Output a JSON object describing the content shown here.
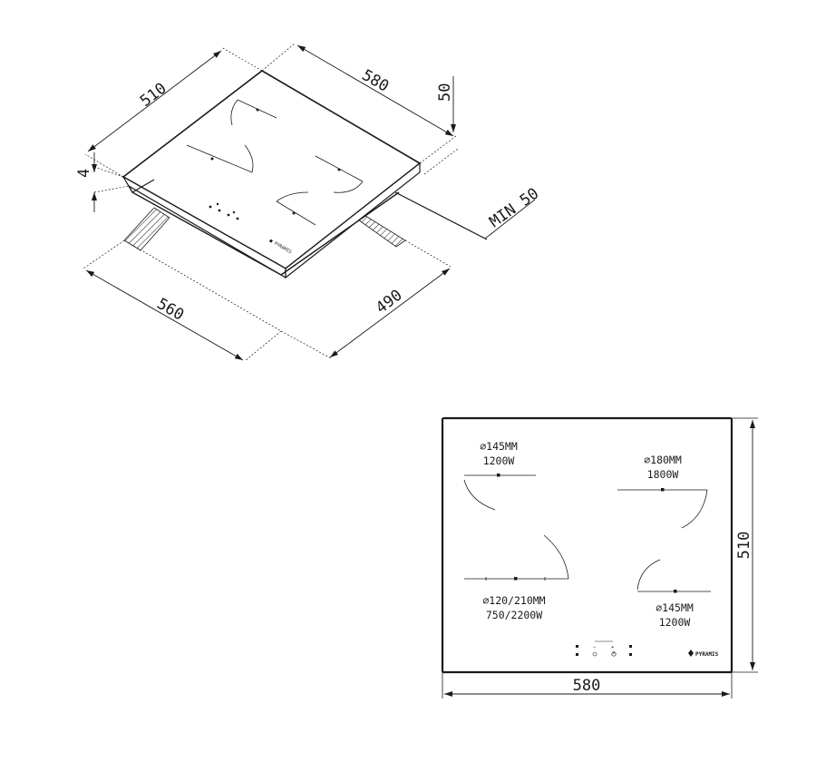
{
  "isometric_view": {
    "dims": {
      "hob_width": "580",
      "hob_depth": "510",
      "hob_height": "50",
      "glass_thickness": "4",
      "min_clearance": "MIN 50",
      "cutout_width": "560",
      "cutout_depth": "490"
    }
  },
  "top_view": {
    "zones": [
      {
        "diameter": "∅145MM",
        "power": "1200W"
      },
      {
        "diameter": "∅180MM",
        "power": "1800W"
      },
      {
        "diameter": "∅120/210MM",
        "power": "750/2200W"
      },
      {
        "diameter": "∅145MM",
        "power": "1200W"
      }
    ],
    "dims": {
      "width": "580",
      "depth": "510"
    },
    "brand": "PYRAMIS"
  }
}
